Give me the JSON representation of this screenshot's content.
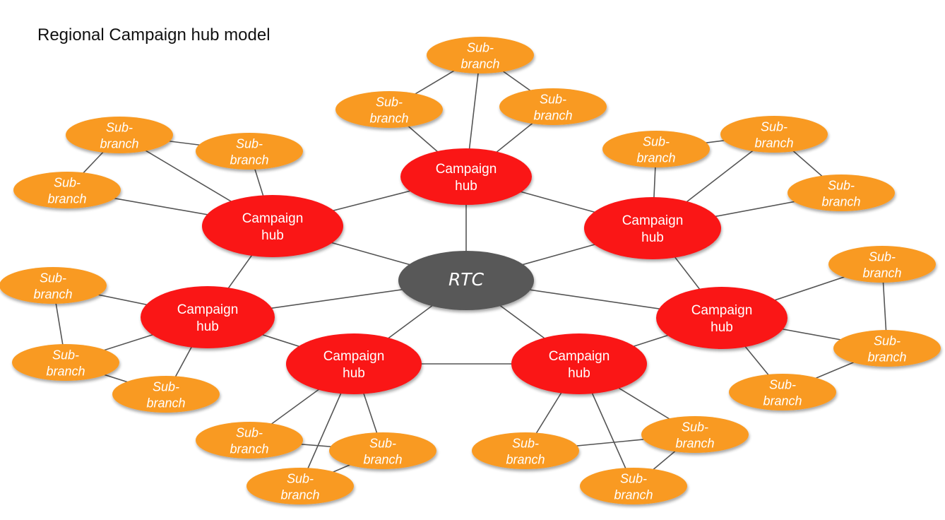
{
  "title": "Regional Campaign hub model",
  "colors": {
    "center": "#595959",
    "hub": "#fa1419",
    "sub_branch": "#f99a22",
    "edge": "#555555",
    "text": "#ffffff"
  },
  "center": {
    "id": "rtc",
    "label": "RTC"
  },
  "hubs": [
    {
      "id": "hub-top",
      "label": [
        "Campaign",
        "hub"
      ]
    },
    {
      "id": "hub-upper-left",
      "label": [
        "Campaign",
        "hub"
      ]
    },
    {
      "id": "hub-upper-right",
      "label": [
        "Campaign",
        "hub"
      ]
    },
    {
      "id": "hub-left",
      "label": [
        "Campaign",
        "hub"
      ]
    },
    {
      "id": "hub-right",
      "label": [
        "Campaign",
        "hub"
      ]
    },
    {
      "id": "hub-lower-left",
      "label": [
        "Campaign",
        "hub"
      ]
    },
    {
      "id": "hub-lower-right",
      "label": [
        "Campaign",
        "hub"
      ]
    }
  ],
  "sub_branches": [
    {
      "id": "sb-top-1",
      "hub": "hub-top",
      "label": [
        "Sub-",
        "branch"
      ]
    },
    {
      "id": "sb-top-2",
      "hub": "hub-top",
      "label": [
        "Sub-",
        "branch"
      ]
    },
    {
      "id": "sb-top-3",
      "hub": "hub-top",
      "label": [
        "Sub-",
        "branch"
      ]
    },
    {
      "id": "sb-ul-1",
      "hub": "hub-upper-left",
      "label": [
        "Sub-",
        "branch"
      ]
    },
    {
      "id": "sb-ul-2",
      "hub": "hub-upper-left",
      "label": [
        "Sub-",
        "branch"
      ]
    },
    {
      "id": "sb-ul-3",
      "hub": "hub-upper-left",
      "label": [
        "Sub-",
        "branch"
      ]
    },
    {
      "id": "sb-ur-1",
      "hub": "hub-upper-right",
      "label": [
        "Sub-",
        "branch"
      ]
    },
    {
      "id": "sb-ur-2",
      "hub": "hub-upper-right",
      "label": [
        "Sub-",
        "branch"
      ]
    },
    {
      "id": "sb-ur-3",
      "hub": "hub-upper-right",
      "label": [
        "Sub-",
        "branch"
      ]
    },
    {
      "id": "sb-l-1",
      "hub": "hub-left",
      "label": [
        "Sub-",
        "branch"
      ]
    },
    {
      "id": "sb-l-2",
      "hub": "hub-left",
      "label": [
        "Sub-",
        "branch"
      ]
    },
    {
      "id": "sb-l-3",
      "hub": "hub-left",
      "label": [
        "Sub-",
        "branch"
      ]
    },
    {
      "id": "sb-r-1",
      "hub": "hub-right",
      "label": [
        "Sub-",
        "branch"
      ]
    },
    {
      "id": "sb-r-2",
      "hub": "hub-right",
      "label": [
        "Sub-",
        "branch"
      ]
    },
    {
      "id": "sb-r-3",
      "hub": "hub-right",
      "label": [
        "Sub-",
        "branch"
      ]
    },
    {
      "id": "sb-ll-1",
      "hub": "hub-lower-left",
      "label": [
        "Sub-",
        "branch"
      ]
    },
    {
      "id": "sb-ll-2",
      "hub": "hub-lower-left",
      "label": [
        "Sub-",
        "branch"
      ]
    },
    {
      "id": "sb-ll-3",
      "hub": "hub-lower-left",
      "label": [
        "Sub-",
        "branch"
      ]
    },
    {
      "id": "sb-lr-1",
      "hub": "hub-lower-right",
      "label": [
        "Sub-",
        "branch"
      ]
    },
    {
      "id": "sb-lr-2",
      "hub": "hub-lower-right",
      "label": [
        "Sub-",
        "branch"
      ]
    },
    {
      "id": "sb-lr-3",
      "hub": "hub-lower-right",
      "label": [
        "Sub-",
        "branch"
      ]
    }
  ],
  "edges": [
    [
      "rtc",
      "hub-top"
    ],
    [
      "rtc",
      "hub-upper-left"
    ],
    [
      "rtc",
      "hub-upper-right"
    ],
    [
      "rtc",
      "hub-left"
    ],
    [
      "rtc",
      "hub-right"
    ],
    [
      "rtc",
      "hub-lower-left"
    ],
    [
      "rtc",
      "hub-lower-right"
    ],
    [
      "hub-top",
      "hub-upper-left"
    ],
    [
      "hub-top",
      "hub-upper-right"
    ],
    [
      "hub-upper-left",
      "hub-left"
    ],
    [
      "hub-upper-right",
      "hub-right"
    ],
    [
      "hub-left",
      "hub-lower-left"
    ],
    [
      "hub-lower-left",
      "hub-lower-right"
    ],
    [
      "hub-lower-right",
      "hub-right"
    ],
    [
      "hub-top",
      "sb-top-1"
    ],
    [
      "hub-top",
      "sb-top-2"
    ],
    [
      "hub-top",
      "sb-top-3"
    ],
    [
      "sb-top-1",
      "sb-top-2"
    ],
    [
      "sb-top-1",
      "sb-top-3"
    ],
    [
      "hub-upper-left",
      "sb-ul-1"
    ],
    [
      "hub-upper-left",
      "sb-ul-2"
    ],
    [
      "hub-upper-left",
      "sb-ul-3"
    ],
    [
      "sb-ul-1",
      "sb-ul-2"
    ],
    [
      "sb-ul-1",
      "sb-ul-3"
    ],
    [
      "hub-upper-right",
      "sb-ur-1"
    ],
    [
      "hub-upper-right",
      "sb-ur-2"
    ],
    [
      "hub-upper-right",
      "sb-ur-3"
    ],
    [
      "sb-ur-1",
      "sb-ur-2"
    ],
    [
      "sb-ur-2",
      "sb-ur-3"
    ],
    [
      "hub-left",
      "sb-l-1"
    ],
    [
      "hub-left",
      "sb-l-2"
    ],
    [
      "hub-left",
      "sb-l-3"
    ],
    [
      "sb-l-1",
      "sb-l-2"
    ],
    [
      "sb-l-2",
      "sb-l-3"
    ],
    [
      "hub-right",
      "sb-r-1"
    ],
    [
      "hub-right",
      "sb-r-2"
    ],
    [
      "hub-right",
      "sb-r-3"
    ],
    [
      "sb-r-1",
      "sb-r-2"
    ],
    [
      "sb-r-2",
      "sb-r-3"
    ],
    [
      "hub-lower-left",
      "sb-ll-1"
    ],
    [
      "hub-lower-left",
      "sb-ll-2"
    ],
    [
      "hub-lower-left",
      "sb-ll-3"
    ],
    [
      "sb-ll-1",
      "sb-ll-2"
    ],
    [
      "sb-ll-2",
      "sb-ll-3"
    ],
    [
      "hub-lower-right",
      "sb-lr-1"
    ],
    [
      "hub-lower-right",
      "sb-lr-2"
    ],
    [
      "hub-lower-right",
      "sb-lr-3"
    ],
    [
      "sb-lr-1",
      "sb-lr-2"
    ],
    [
      "sb-lr-2",
      "sb-lr-3"
    ]
  ]
}
